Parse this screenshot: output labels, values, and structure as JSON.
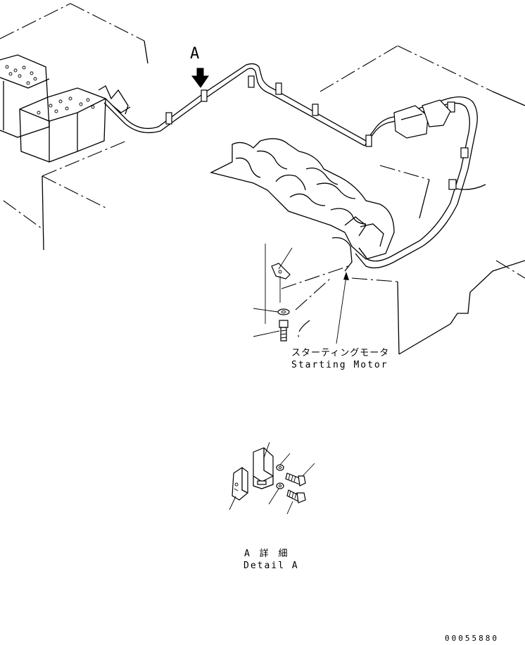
{
  "view_label": "A",
  "starting_motor_label_jp": "スターティングモータ",
  "starting_motor_label_en": "Starting Motor",
  "detail_title_jp": "A 詳 細",
  "detail_title_en": "Detail A",
  "drawing_number": "00055880"
}
